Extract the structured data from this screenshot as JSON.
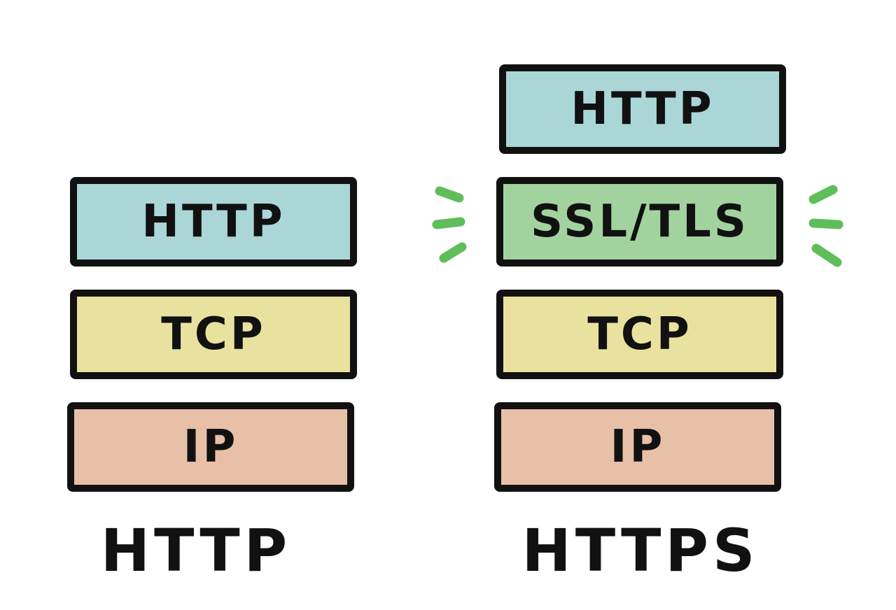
{
  "colors": {
    "http": "#abd6d8",
    "ssl": "#a2d39f",
    "tcp": "#e9e29f",
    "ip": "#e8c0a8",
    "outline": "#111111",
    "glow": "#5fbe5a"
  },
  "left_stack": {
    "caption": "HTTP",
    "layers": [
      {
        "label": "HTTP",
        "color": "#abd6d8"
      },
      {
        "label": "TCP",
        "color": "#e9e29f"
      },
      {
        "label": "IP",
        "color": "#e8c0a8"
      }
    ]
  },
  "right_stack": {
    "caption": "HTTPS",
    "layers": [
      {
        "label": "HTTP",
        "color": "#abd6d8"
      },
      {
        "label": "SSL/TLS",
        "color": "#a2d39f"
      },
      {
        "label": "TCP",
        "color": "#e9e29f"
      },
      {
        "label": "IP",
        "color": "#e8c0a8"
      }
    ],
    "highlighted_layer": "SSL/TLS"
  }
}
